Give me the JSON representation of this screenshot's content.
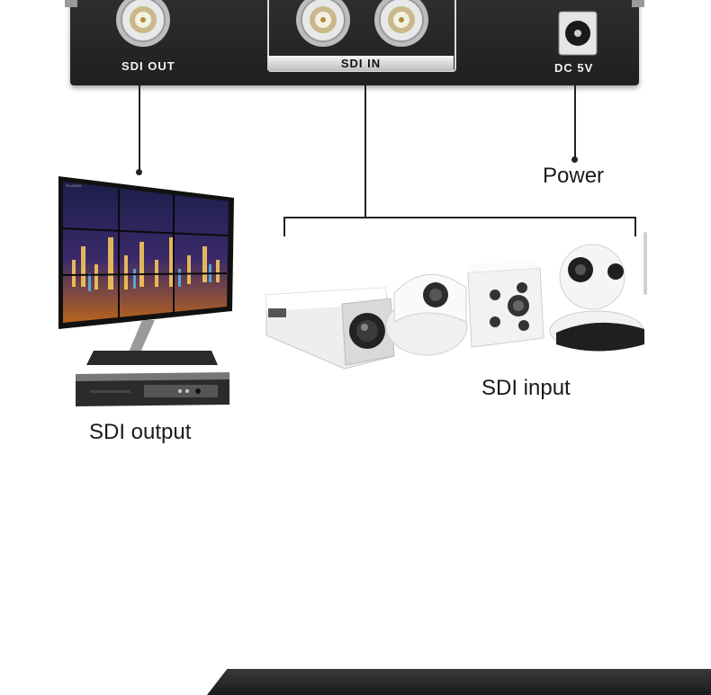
{
  "device": {
    "sdi_out_label": "SDI  OUT",
    "sdi_in_label": "SDI  IN",
    "dc_label": "DC  5V"
  },
  "captions": {
    "power": "Power",
    "sdi_output": "SDI output",
    "sdi_input": "SDI input"
  },
  "monitor": {
    "brand_label": "PLUSMIX"
  }
}
